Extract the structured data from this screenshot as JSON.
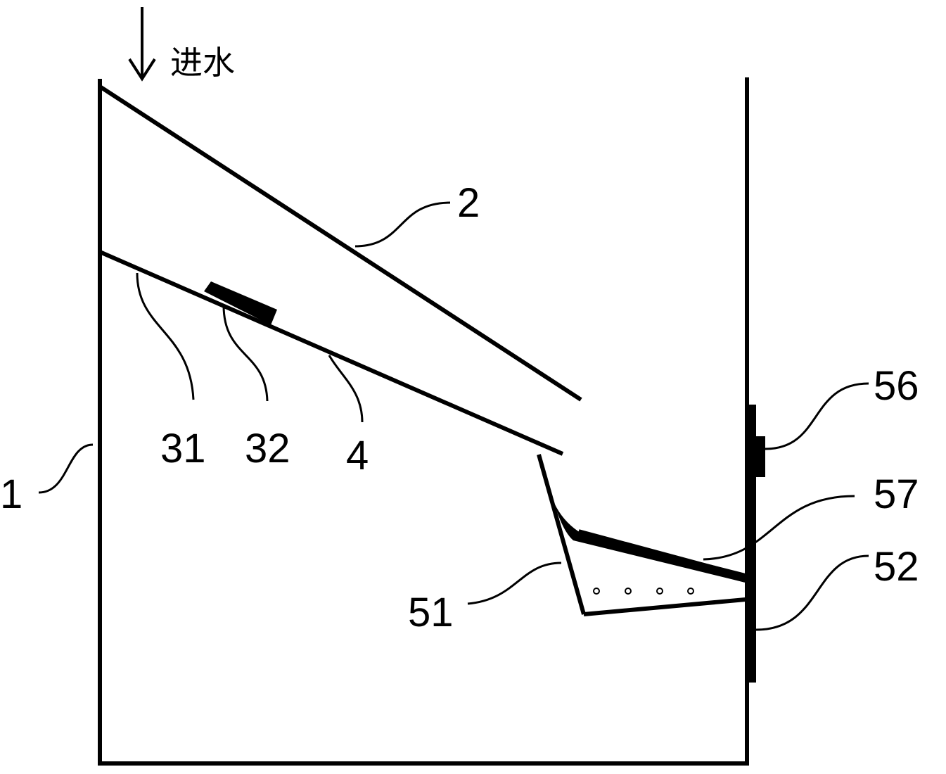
{
  "inlet_label": "进水",
  "labels": {
    "container": "1",
    "upper_plate": "2",
    "part_31": "31",
    "part_32": "32",
    "lower_plate": "4",
    "part_51": "51",
    "part_52": "52",
    "part_56": "56",
    "part_57": "57"
  },
  "colors": {
    "line": "#000000",
    "background": "#ffffff"
  }
}
